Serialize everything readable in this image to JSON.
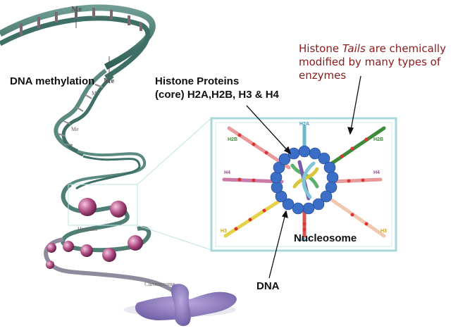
{
  "labels": {
    "dna_methylation": "DNA methylation",
    "histone_proteins_line1": "Histone Proteins",
    "histone_proteins_line2": "(core) H2A,H2B, H3 & H4",
    "tails_line1_pre": "Histone ",
    "tails_line1_em": "Tails",
    "tails_line1_post": " are chemically",
    "tails_line2": "modified by many types of",
    "tails_line3": "enzymes",
    "nucleosome": "Nucleosome",
    "dna": "DNA",
    "histones_small": "Histones",
    "chromosome_small": "Chromosome",
    "methyl_tag": "Me",
    "h2a": "H2A",
    "h2b": "H2B",
    "h3": "H3",
    "h4": "H4",
    "h2ac": "H2AC"
  },
  "colors": {
    "helix": "#4f7f74",
    "inset_border": "#a9d8dc",
    "tails_text": "#8b1a1a",
    "histone_bead": "#b04e86",
    "chromosome": "#8a78b8",
    "dna_blue": "#3b6fc7"
  }
}
